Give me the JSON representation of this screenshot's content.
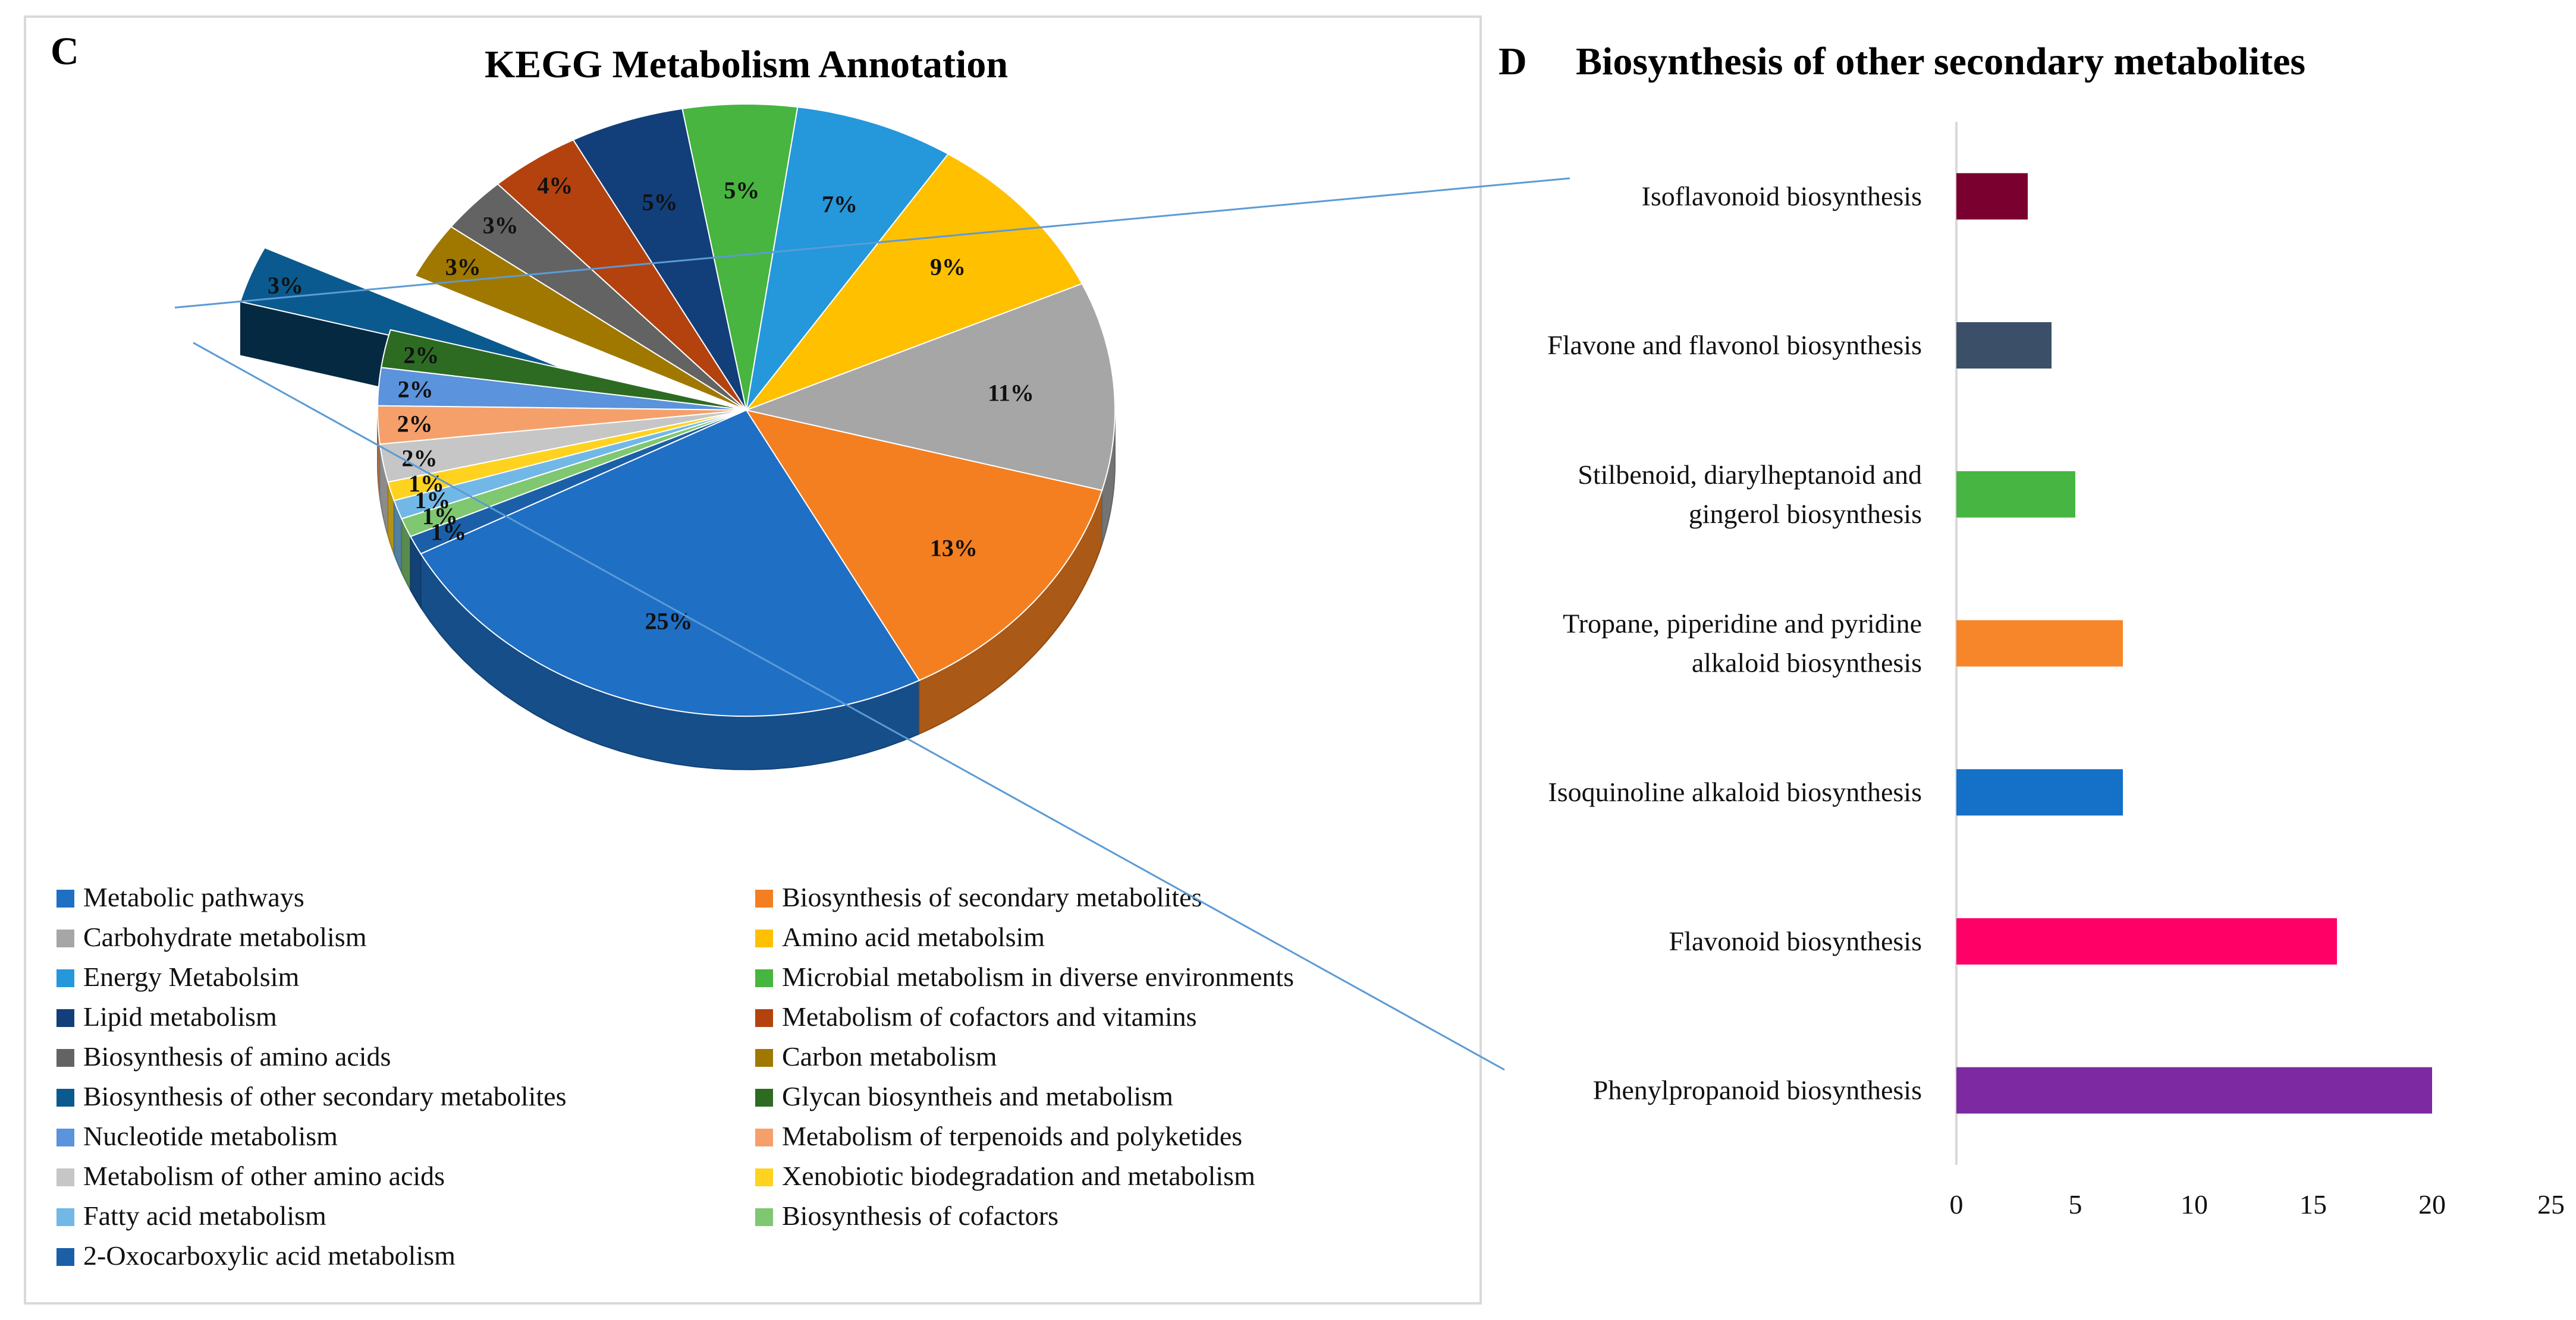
{
  "panel_c": {
    "letter": "C",
    "title": "KEGG Metabolism Annotation",
    "chart_data": {
      "type": "pie",
      "title": "KEGG Metabolism Annotation",
      "exploded": "Biosynthesis of other secondary metabolites",
      "slices": [
        {
          "label": "Metabolic pathways",
          "value": 25,
          "pct_label": "25%",
          "color": "#1f6fc5"
        },
        {
          "label": "Biosynthesis of secondary metabolites",
          "value": 13,
          "pct_label": "13%",
          "color": "#f47f20"
        },
        {
          "label": "Carbohydrate metabolism",
          "value": 11,
          "pct_label": "11%",
          "color": "#a6a6a6"
        },
        {
          "label": "Amino acid metabolsim",
          "value": 9,
          "pct_label": "9%",
          "color": "#ffc000"
        },
        {
          "label": "Energy Metabolsim",
          "value": 7,
          "pct_label": "7%",
          "color": "#2597db"
        },
        {
          "label": "Microbial metabolism in diverse environments",
          "value": 5,
          "pct_label": "5%",
          "color": "#47b53f"
        },
        {
          "label": "Lipid metabolism",
          "value": 5,
          "pct_label": "5%",
          "color": "#123f79"
        },
        {
          "label": "Metabolism of cofactors and vitamins",
          "value": 4,
          "pct_label": "4%",
          "color": "#b3420f"
        },
        {
          "label": "Biosynthesis of amino acids",
          "value": 3,
          "pct_label": "3%",
          "color": "#636363"
        },
        {
          "label": "Carbon metabolism",
          "value": 3,
          "pct_label": "3%",
          "color": "#a07800"
        },
        {
          "label": "Biosynthesis of other secondary metabolites",
          "value": 3,
          "pct_label": "3%",
          "color": "#0b5a8f"
        },
        {
          "label": "Glycan biosyntheis and metabolism",
          "value": 2,
          "pct_label": "2%",
          "color": "#2d6b23"
        },
        {
          "label": "Nucleotide metabolism",
          "value": 2,
          "pct_label": "2%",
          "color": "#5b93dc"
        },
        {
          "label": "Metabolism of terpenoids and polyketides",
          "value": 2,
          "pct_label": "2%",
          "color": "#f5a06a"
        },
        {
          "label": "Metabolism of other amino acids",
          "value": 2,
          "pct_label": "2%",
          "color": "#c6c6c6"
        },
        {
          "label": "Xenobiotic biodegradation and metabolism",
          "value": 1,
          "pct_label": "1%",
          "color": "#ffd21f"
        },
        {
          "label": "Fatty acid metabolism",
          "value": 1,
          "pct_label": "1%",
          "color": "#72b8e6"
        },
        {
          "label": "Biosynthesis of cofactors",
          "value": 1,
          "pct_label": "1%",
          "color": "#7fc771"
        },
        {
          "label": "2-Oxocarboxylic acid metabolism",
          "value": 1,
          "pct_label": "1%",
          "color": "#1b5fa8"
        }
      ]
    }
  },
  "panel_d": {
    "letter": "D",
    "title": "Biosynthesis of other secondary metabolites",
    "chart_data": {
      "type": "bar",
      "orientation": "horizontal",
      "title": "Biosynthesis of other secondary metabolites",
      "xlim": [
        0,
        25
      ],
      "xticks": [
        "0",
        "5",
        "10",
        "15",
        "20",
        "25"
      ],
      "grid": false,
      "categories": [
        {
          "lines": [
            "Isoflavonoid biosynthesis"
          ],
          "value": 3,
          "color": "#7a0030"
        },
        {
          "lines": [
            "Flavone and flavonol biosynthesis"
          ],
          "value": 4,
          "color": "#3b5068"
        },
        {
          "lines": [
            "Stilbenoid, diarylheptanoid and",
            "gingerol biosynthesis"
          ],
          "value": 5,
          "color": "#46b542"
        },
        {
          "lines": [
            "Tropane, piperidine and pyridine",
            "alkaloid biosynthesis"
          ],
          "value": 7,
          "color": "#f7862a"
        },
        {
          "lines": [
            "Isoquinoline alkaloid biosynthesis"
          ],
          "value": 7,
          "color": "#1570c8"
        },
        {
          "lines": [
            "Flavonoid biosynthesis"
          ],
          "value": 16,
          "color": "#ff0066"
        },
        {
          "lines": [
            "Phenylpropanoid biosynthesis"
          ],
          "value": 20,
          "color": "#7d2aa2"
        }
      ]
    }
  },
  "colors": {
    "connector": "#5b9bd5",
    "axis": "#d9d9d9",
    "panel_border": "#d9d9d9"
  }
}
